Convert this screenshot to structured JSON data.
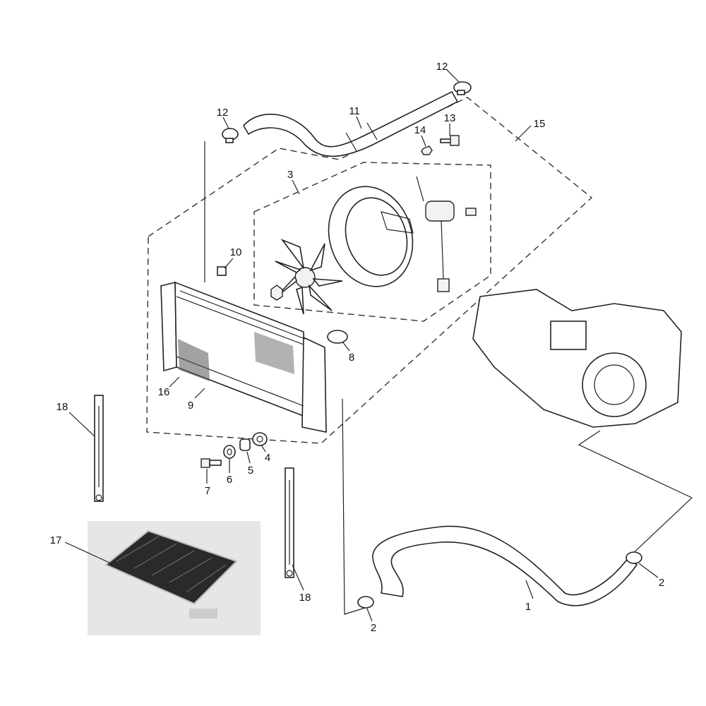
{
  "diagram": {
    "callouts": [
      {
        "id": "c1",
        "text": "1"
      },
      {
        "id": "c2a",
        "text": "2"
      },
      {
        "id": "c2b",
        "text": "2"
      },
      {
        "id": "c3",
        "text": "3"
      },
      {
        "id": "c4",
        "text": "4"
      },
      {
        "id": "c5",
        "text": "5"
      },
      {
        "id": "c6",
        "text": "6"
      },
      {
        "id": "c7",
        "text": "7"
      },
      {
        "id": "c8",
        "text": "8"
      },
      {
        "id": "c9",
        "text": "9"
      },
      {
        "id": "c10",
        "text": "10"
      },
      {
        "id": "c11",
        "text": "11"
      },
      {
        "id": "c12a",
        "text": "12"
      },
      {
        "id": "c12b",
        "text": "12"
      },
      {
        "id": "c13",
        "text": "13"
      },
      {
        "id": "c14",
        "text": "14"
      },
      {
        "id": "c15",
        "text": "15"
      },
      {
        "id": "c16",
        "text": "16"
      },
      {
        "id": "c17",
        "text": "17"
      },
      {
        "id": "c18a",
        "text": "18"
      },
      {
        "id": "c18b",
        "text": "18"
      }
    ],
    "parts": [
      "lower-coolant-hose",
      "hose-clamp",
      "cooling-fan-assembly",
      "washer",
      "collar",
      "grommet",
      "bolt",
      "radiator-cap",
      "radiator",
      "clip-nut",
      "upper-coolant-hose",
      "bolt-small",
      "nut",
      "fan-shroud-group",
      "radiator-core-guard",
      "oil-cooler-photo",
      "mounting-bracket",
      "engine-unit"
    ]
  }
}
